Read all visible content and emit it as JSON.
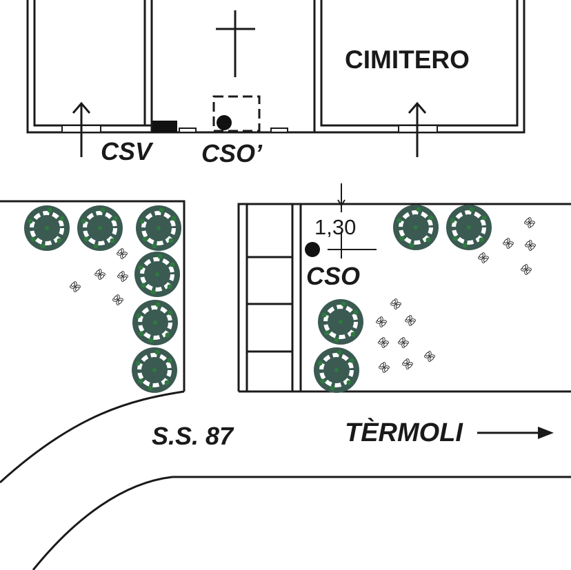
{
  "labels": {
    "cemetery": "CIMITERO",
    "csv": "CSV",
    "cso_prime": "CSO’",
    "cso": "CSO",
    "measure": "1,30",
    "road": "S.S. 87",
    "direction": "TÈRMOLI"
  },
  "colors": {
    "line": "#1a1a1a",
    "bush_dark": "#3a5a52",
    "bush_mid": "#2e7a3e",
    "bush_ring": "#ffffff"
  },
  "icons": {
    "cross": "cross-icon",
    "bush": "bush-icon",
    "flower": "flower-icon",
    "arrow": "arrow-right-icon",
    "marker": "point-marker-icon"
  }
}
